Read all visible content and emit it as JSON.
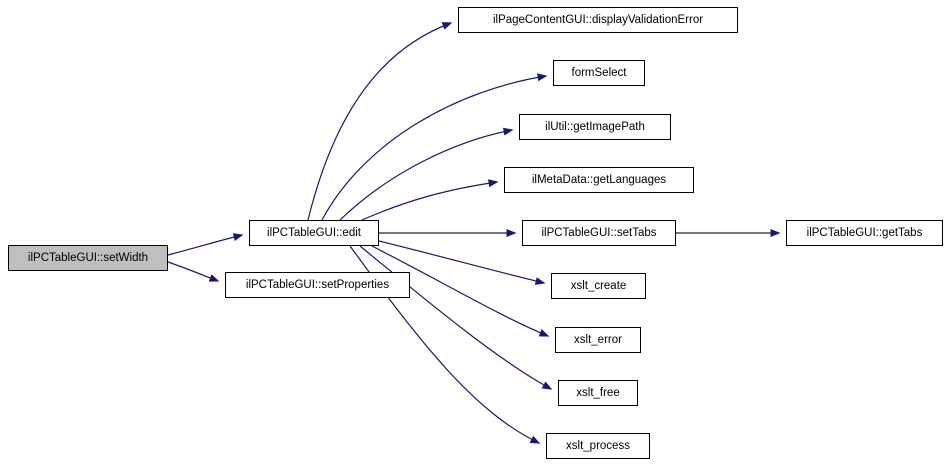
{
  "diagram": {
    "type": "call-graph",
    "nodes": {
      "setWidth": {
        "label": "ilPCTableGUI::setWidth",
        "highlighted": true
      },
      "edit": {
        "label": "ilPCTableGUI::edit"
      },
      "setProperties": {
        "label": "ilPCTableGUI::setProperties"
      },
      "displayValidationError": {
        "label": "ilPageContentGUI::displayValidationError"
      },
      "formSelect": {
        "label": "formSelect"
      },
      "getImagePath": {
        "label": "ilUtil::getImagePath"
      },
      "getLanguages": {
        "label": "ilMetaData::getLanguages"
      },
      "setTabs": {
        "label": "ilPCTableGUI::setTabs"
      },
      "xsltCreate": {
        "label": "xslt_create"
      },
      "xsltError": {
        "label": "xslt_error"
      },
      "xsltFree": {
        "label": "xslt_free"
      },
      "xsltProcess": {
        "label": "xslt_process"
      },
      "getTabs": {
        "label": "ilPCTableGUI::getTabs"
      }
    },
    "edges": [
      {
        "from": "setWidth",
        "to": "edit"
      },
      {
        "from": "setWidth",
        "to": "setProperties"
      },
      {
        "from": "edit",
        "to": "displayValidationError"
      },
      {
        "from": "edit",
        "to": "formSelect"
      },
      {
        "from": "edit",
        "to": "getImagePath"
      },
      {
        "from": "edit",
        "to": "getLanguages"
      },
      {
        "from": "edit",
        "to": "setTabs"
      },
      {
        "from": "edit",
        "to": "xsltCreate"
      },
      {
        "from": "edit",
        "to": "xsltError"
      },
      {
        "from": "edit",
        "to": "xsltFree"
      },
      {
        "from": "edit",
        "to": "xsltProcess"
      },
      {
        "from": "setTabs",
        "to": "getTabs"
      }
    ],
    "colors": {
      "edge": "#191970",
      "node_border": "#000000",
      "node_fill": "#ffffff",
      "highlighted_node_fill": "#bfbfbf",
      "text": "#000000",
      "background": "#ffffff"
    }
  }
}
